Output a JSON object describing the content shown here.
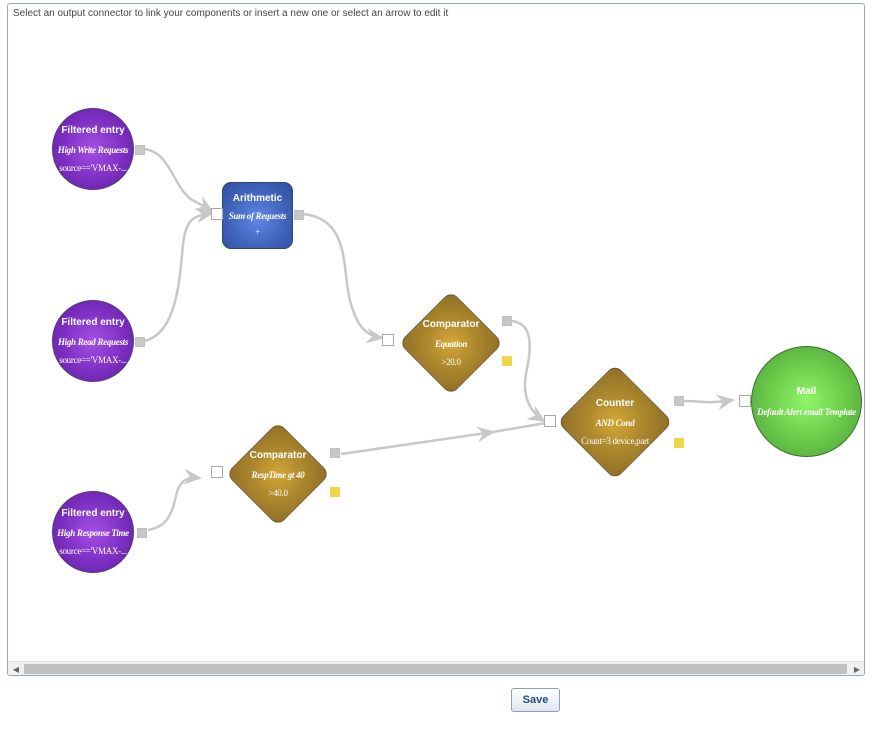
{
  "hint": "Select an output connector to link your components or insert a new one or select an arrow to edit it",
  "nodes": {
    "filter1": {
      "title": "Filtered entry",
      "subtitle": "High Write Requests",
      "detail": "source=='VMAX-..."
    },
    "filter2": {
      "title": "Filtered entry",
      "subtitle": "High Read Requests",
      "detail": "source=='VMAX-..."
    },
    "filter3": {
      "title": "Filtered entry",
      "subtitle": "High Response Time",
      "detail": "source=='VMAX-..."
    },
    "arithmetic": {
      "title": "Arithmetic",
      "subtitle": "Sum of Requests",
      "detail": "+"
    },
    "comparator1": {
      "title": "Comparator",
      "subtitle": "Equation",
      "detail": ">20.0"
    },
    "comparator2": {
      "title": "Comparator",
      "subtitle": "RespTime gt 40",
      "detail": ">40.0"
    },
    "counter": {
      "title": "Counter",
      "subtitle": "AND Cond",
      "detail": "Count=3 device,part"
    },
    "mail": {
      "title": "Mail",
      "subtitle": "Default Alert email Template"
    }
  },
  "save_label": "Save",
  "colors": {
    "filter": "#7c2fc2",
    "arithmetic": "#3e62b8",
    "comparator": "#b08a2e",
    "mail": "#6ccb4a",
    "wire": "#c8c8c8",
    "alt_port": "#f0d64a"
  },
  "icons": {
    "scroll_left": "arrow-left-icon",
    "scroll_right": "arrow-right-icon"
  }
}
